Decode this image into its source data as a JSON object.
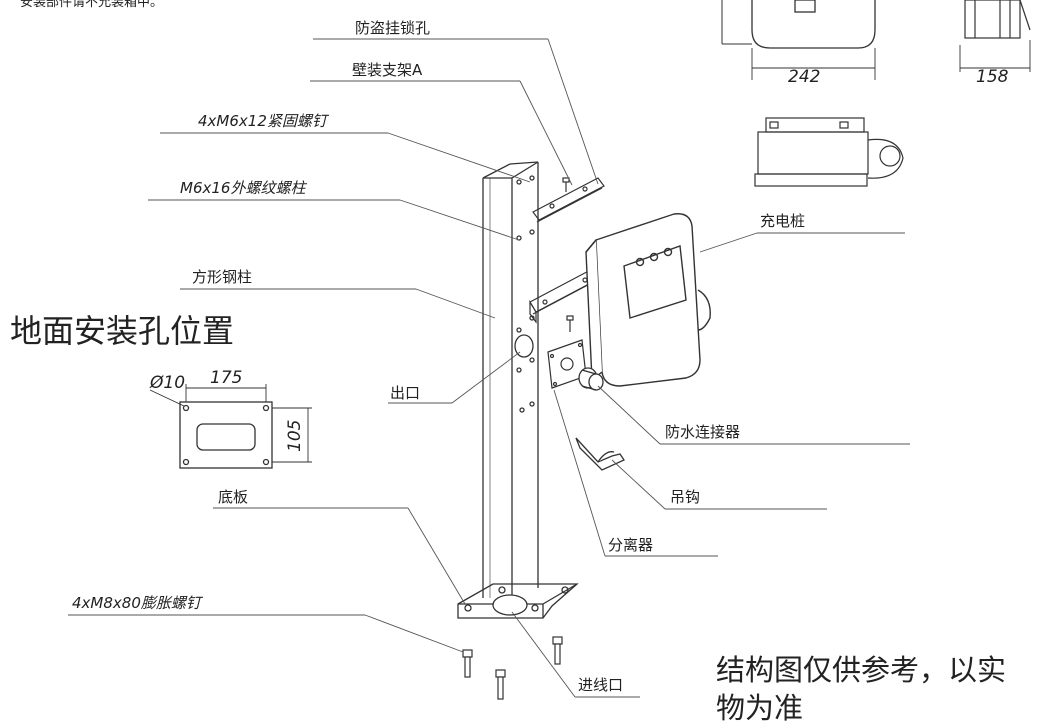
{
  "top_note": "安装部件请不允装箱中。",
  "dimensions": {
    "width": "242",
    "depth": "158",
    "plate_width": "175",
    "plate_height": "105",
    "hole_diameter": "Ø10"
  },
  "labels": {
    "anti_theft_hole": "防盗挂锁孔",
    "wall_bracket": "壁装支架A",
    "screws_m6x12": "4xM6x12紧固螺钉",
    "stud_m6x16": "M6x16外螺纹螺柱",
    "square_column": "方形钢柱",
    "outlet": "出口",
    "charger": "充电桩",
    "waterproof_connector": "防水连接器",
    "hook": "吊钩",
    "separator": "分离器",
    "base_plate": "底板",
    "expansion_screws": "4xM8x80膨胀螺钉",
    "inlet": "进线口"
  },
  "floor_mount_title": "地面安装孔位置",
  "note": {
    "line1": "结构图仅供参考，以实",
    "line2": "物为准"
  }
}
